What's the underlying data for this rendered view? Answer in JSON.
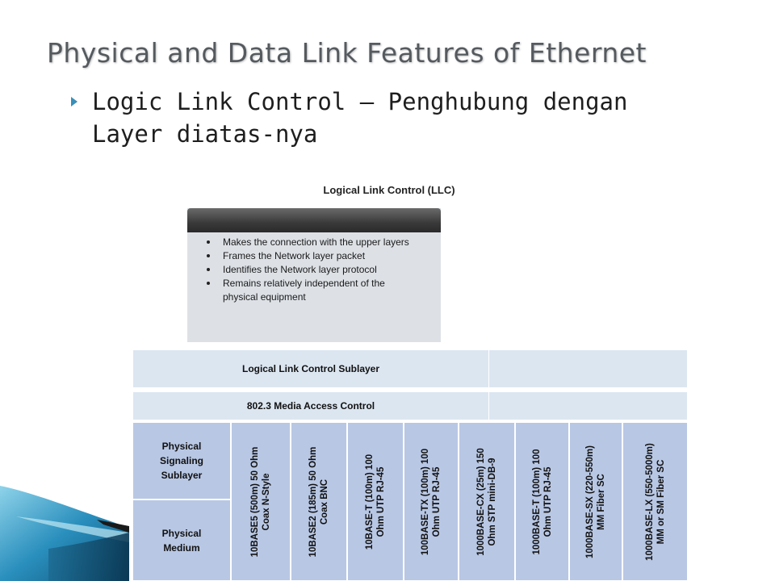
{
  "slide": {
    "title": "Physical and Data Link Features of Ethernet",
    "bullet_lines": [
      "Logic Link Control – Penghubung dengan",
      "Layer diatas-nya"
    ]
  },
  "llc_figure": {
    "title": "Logical Link Control (LLC)",
    "items": [
      "Makes the connection with the upper layers",
      "Frames the Network layer packet",
      "Identifies the Network layer protocol",
      "Remains relatively independent of the",
      "physical equipment"
    ]
  },
  "layer_table": {
    "llc_sublayer": "Logical Link Control Sublayer",
    "mac": "802.3 Media Access Control",
    "physical_signaling": [
      "Physical",
      "Signaling",
      "Sublayer"
    ],
    "physical_medium": [
      "Physical",
      "Medium"
    ],
    "media": [
      [
        "10BASE5 (500m) 50 Ohm",
        "Coax N-Style"
      ],
      [
        "10BASE2 (185m) 50 Ohm",
        "Coax BNC"
      ],
      [
        "10BASE-T (100m) 100",
        "Ohm UTP RJ-45"
      ],
      [
        "100BASE-TX (100m) 100",
        "Ohm UTP RJ-45"
      ],
      [
        "1000BASE-CX (25m) 150",
        "Ohm STP mini-DB-9"
      ],
      [
        "1000BASE-T (100m) 100",
        "Ohm UTP RJ-45"
      ],
      [
        "1000BASE-SX (220-550m)",
        "MM Fiber SC"
      ],
      [
        "1000BASE-LX (550-5000m)",
        "MM or SM Fiber SC"
      ]
    ]
  },
  "colors": {
    "accent": "#3a8fb7",
    "table_light": "#dce6f1",
    "table_medium": "#b8c7e4"
  }
}
